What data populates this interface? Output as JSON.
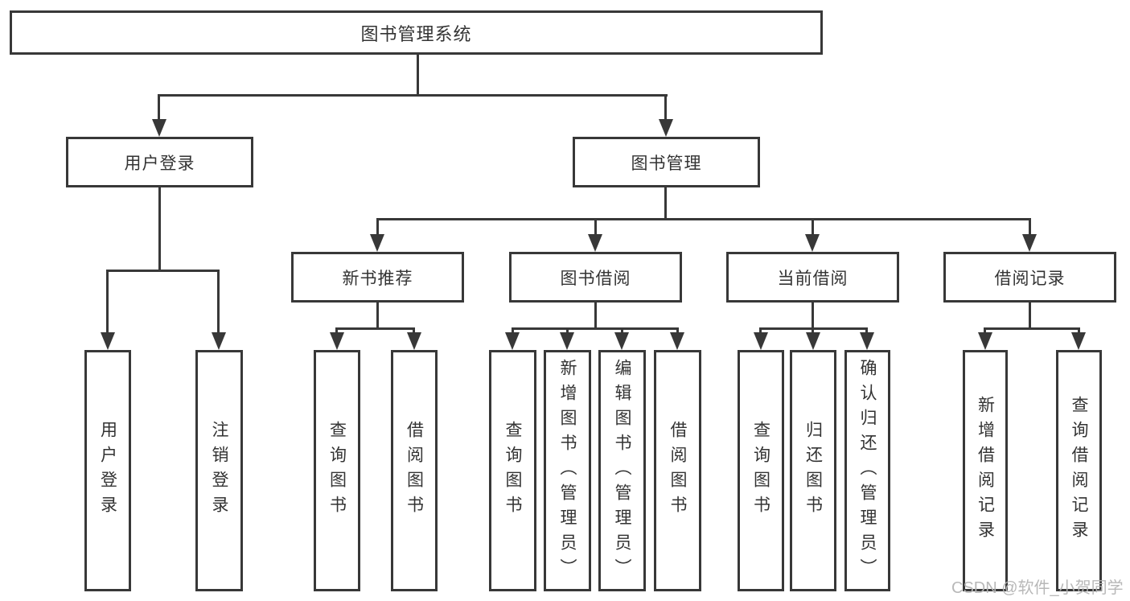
{
  "diagram": {
    "type": "hierarchy-tree",
    "title": "图书管理系统",
    "tree": {
      "label": "图书管理系统",
      "children": [
        {
          "label": "用户登录",
          "children": [
            {
              "label": "用户登录"
            },
            {
              "label": "注销登录"
            }
          ]
        },
        {
          "label": "图书管理",
          "children": [
            {
              "label": "新书推荐",
              "children": [
                {
                  "label": "查询图书"
                },
                {
                  "label": "借阅图书"
                }
              ]
            },
            {
              "label": "图书借阅",
              "children": [
                {
                  "label": "查询图书"
                },
                {
                  "label": "新增图书（管理员）"
                },
                {
                  "label": "编辑图书（管理员）"
                },
                {
                  "label": "借阅图书"
                }
              ]
            },
            {
              "label": "当前借阅",
              "children": [
                {
                  "label": "查询图书"
                },
                {
                  "label": "归还图书"
                },
                {
                  "label": "确认归还（管理员）"
                }
              ]
            },
            {
              "label": "借阅记录",
              "children": [
                {
                  "label": "新增借阅记录"
                },
                {
                  "label": "查询借阅记录"
                }
              ]
            }
          ]
        }
      ]
    }
  },
  "watermark": {
    "text": "CSDN @软件_小贺同学"
  },
  "colors": {
    "line": "#383838",
    "box_border": "#383838",
    "text": "#333333",
    "watermark": "#b5b5b5",
    "background": "#ffffff"
  }
}
